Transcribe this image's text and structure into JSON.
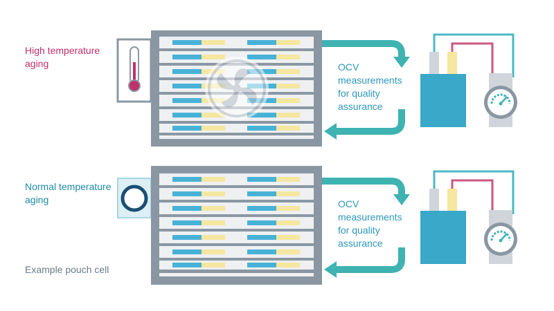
{
  "labels": {
    "high_temperature": "High temperature aging",
    "normal_temperature": "Normal temperature aging",
    "example_pouch_cell": "Example pouch cell"
  },
  "ocv": {
    "line1": "OCV",
    "line2": "measurements",
    "line3": "for quality",
    "line4": "assurance"
  },
  "icons": {
    "top_indicator": "thermometer-icon",
    "bottom_indicator": "ring-icon",
    "meter": "gauge-icon",
    "fan": "fan-icon"
  },
  "colors": {
    "rack_frame": "#8a97a3",
    "rack_shelf": "#eef0f2",
    "cell_blue": "#48b2d6",
    "cell_tab": "#f5e6a0",
    "arrow_teal": "#3fb2b2",
    "battery_block": "#3aa8c8",
    "wire_pink": "#c9577f",
    "wire_teal": "#4ab9c6",
    "high_temp_text": "#c0306b",
    "normal_temp_text": "#1f8aa6",
    "ocv_text": "#2d97b7"
  }
}
